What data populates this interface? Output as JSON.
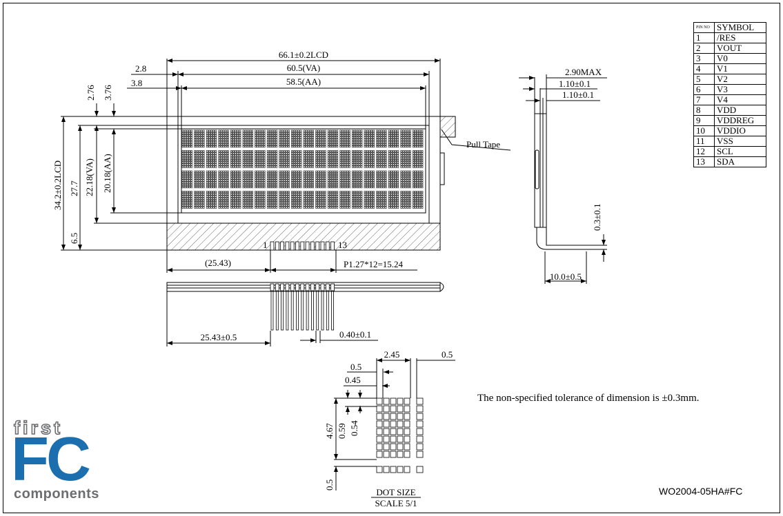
{
  "drawing": {
    "front_view": {
      "dim_lcd_width": "66.1±0.2LCD",
      "dim_va_width": "60.5(VA)",
      "dim_aa_width": "58.5(AA)",
      "dim_va_offset_x": "2.8",
      "dim_aa_offset_x": "3.8",
      "dim_va_offset_y": "2.76",
      "dim_aa_offset_y": "3.76",
      "dim_lcd_height": "34.2±0.2LCD",
      "dim_27_7": "27.7",
      "dim_va_height": "22.18(VA)",
      "dim_aa_height": "20.18(AA)",
      "dim_6_5": "6.5",
      "pin_first": "1",
      "pin_last": "13",
      "dim_pin_offset": "(25.43)",
      "dim_pin_pitch": "P1.27*12=15.24",
      "pull_tape_label": "Pull  Tape"
    },
    "bottom_view": {
      "dim_pin_offset": "25.43±0.5",
      "dim_pin_width": "0.40±0.1"
    },
    "side_view": {
      "dim_thickness": "2.90MAX",
      "dim_glass_1": "1.10±0.1",
      "dim_glass_2": "1.10±0.1",
      "dim_0_3": "0.3±0.1",
      "dim_10": "10.0±0.5"
    },
    "dot_detail": {
      "dim_2_45": "2.45",
      "dim_0_5_top": "0.5",
      "dim_0_5_a": "0.5",
      "dim_0_45": "0.45",
      "dim_4_67": "4.67",
      "dim_0_59": "0.59",
      "dim_0_54": "0.54",
      "dim_0_5_bottom": "0.5",
      "title": "DOT SIZE",
      "scale": "SCALE 5/1"
    },
    "tolerance_note": "The non-specified tolerance of dimension is  ±0.3mm."
  },
  "pin_table": {
    "header": [
      "PIN NO",
      "SYMBOL"
    ],
    "rows": [
      [
        "1",
        "/RES"
      ],
      [
        "2",
        "VOUT"
      ],
      [
        "3",
        "V0"
      ],
      [
        "4",
        "V1"
      ],
      [
        "5",
        "V2"
      ],
      [
        "6",
        "V3"
      ],
      [
        "7",
        "V4"
      ],
      [
        "8",
        "VDD"
      ],
      [
        "9",
        "VDDREG"
      ],
      [
        "10",
        "VDDIO"
      ],
      [
        "11",
        "VSS"
      ],
      [
        "12",
        "SCL"
      ],
      [
        "13",
        "SDA"
      ]
    ]
  },
  "logo": {
    "line1": "first",
    "line2": "FC",
    "line3": "components"
  },
  "part_number": "WO2004-05HA#FC"
}
